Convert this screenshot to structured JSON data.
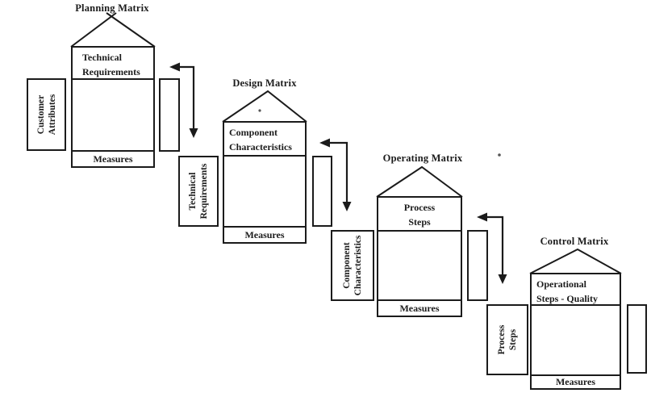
{
  "colors": {
    "background": "#ffffff",
    "ink": "#1b1b1b"
  },
  "matrices": [
    {
      "title": "Planning Matrix",
      "header_lines": [
        "Technical",
        "Requirements"
      ],
      "left_lines": [
        "Customer",
        "Attributes"
      ],
      "measures": "Measures"
    },
    {
      "title": "Design Matrix",
      "header_lines": [
        "Component",
        "Characteristics"
      ],
      "left_lines": [
        "Technical",
        "Requirements"
      ],
      "measures": "Measures"
    },
    {
      "title": "Operating Matrix",
      "header_lines": [
        "Process",
        "Steps"
      ],
      "left_lines": [
        "Component",
        "Characteristics"
      ],
      "measures": "Measures"
    },
    {
      "title": "Control Matrix",
      "header_lines": [
        "Operational",
        "Steps - Quality"
      ],
      "left_lines": [
        "Process",
        "Steps"
      ],
      "measures": "Measures"
    }
  ]
}
